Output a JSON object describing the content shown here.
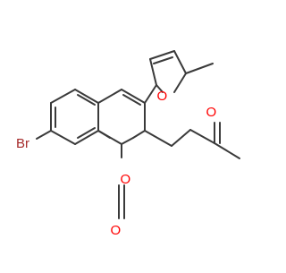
{
  "molecule": {
    "atom_labels": {
      "bromine": "Br",
      "ring_oxygen_lactone": "O",
      "carbonyl_oxygen_lactone": "O",
      "furan_oxygen": "O",
      "ketone_oxygen": "O"
    },
    "colors": {
      "bond": "#3a3a3a",
      "bromine": "#a52a2a",
      "oxygen": "#ff0000",
      "background": "#ffffff"
    }
  }
}
